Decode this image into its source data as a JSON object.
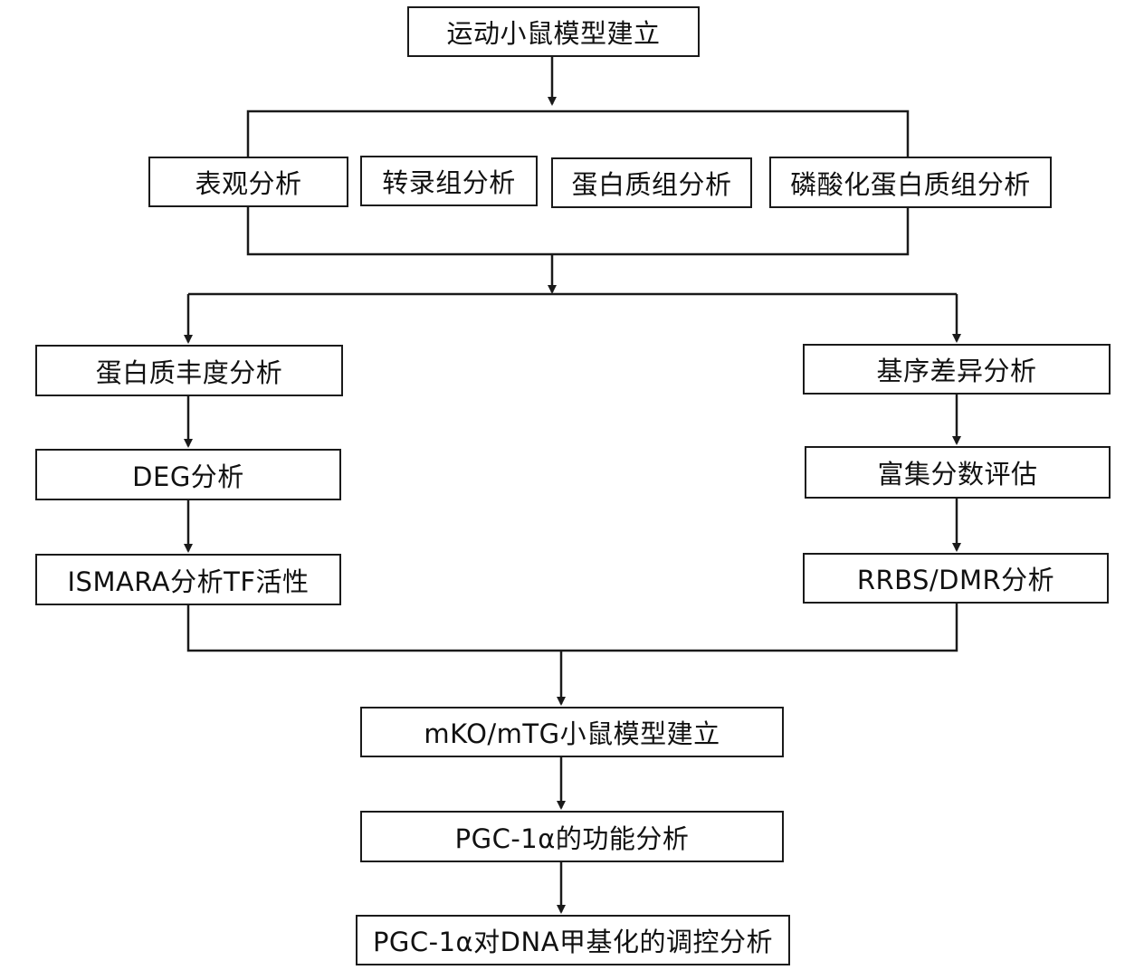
{
  "nodes": {
    "model": "运动小鼠模型建立",
    "phenotype": "表观分析",
    "transcriptome": "转录组分析",
    "proteome": "蛋白质组分析",
    "phospho": "磷酸化蛋白质组分析",
    "abundance": "蛋白质丰度分析",
    "deg": "DEG分析",
    "ismara": "ISMARA分析TF活性",
    "motif": "基序差异分析",
    "enrich": "富集分数评估",
    "rrbs": "RRBS/DMR分析",
    "ko": "mKO/mTG小鼠模型建立",
    "pgc_func": "PGC-1α的功能分析",
    "pgc_dna": "PGC-1α对DNA甲基化的调控分析"
  },
  "colors": {
    "line": "#1a1a1a",
    "box_border": "#1a1a1a",
    "text": "#111111"
  }
}
